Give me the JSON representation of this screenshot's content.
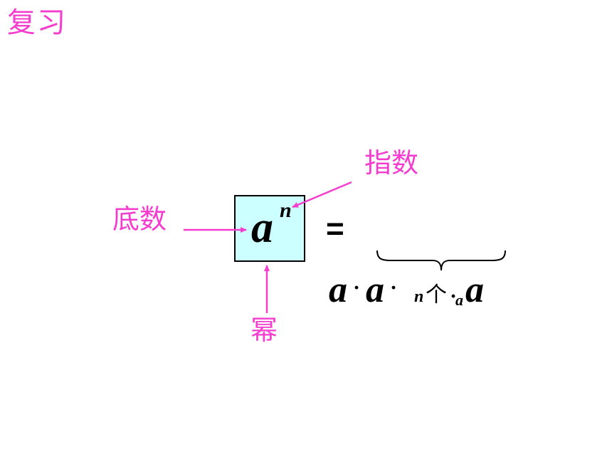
{
  "slide": {
    "title": "复习",
    "labels": {
      "base": "底数",
      "exponent": "指数",
      "power": "幂"
    },
    "expression": {
      "base_var": "a",
      "exp_var": "n",
      "equals": "=",
      "product_var": "a",
      "dot": "·",
      "count_var": "n",
      "count_unit": "个",
      "count_small_var": "a"
    }
  },
  "colors": {
    "label": "#f43ccf",
    "box_fill": "#ccffff",
    "box_border": "#000000"
  }
}
